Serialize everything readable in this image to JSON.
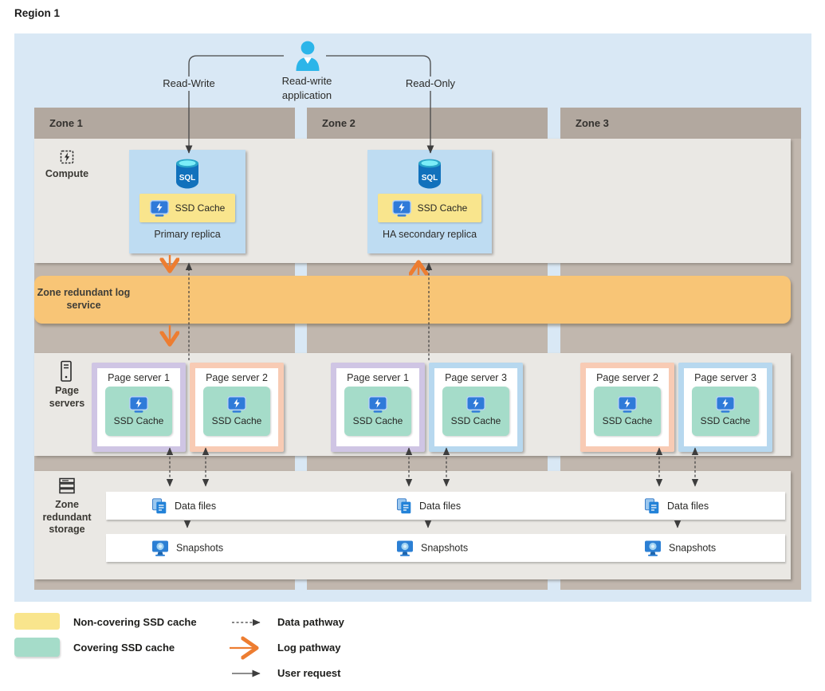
{
  "region": {
    "label": "Region 1"
  },
  "top": {
    "app_label": "Read-write application",
    "read_write_label": "Read-Write",
    "read_only_label": "Read-Only"
  },
  "zones": [
    {
      "label": "Zone 1"
    },
    {
      "label": "Zone 2"
    },
    {
      "label": "Zone 3"
    }
  ],
  "sections": {
    "compute_label": "Compute",
    "log_label": "Zone redundant log service",
    "page_servers_label": "Page servers",
    "storage_label": "Zone redundant storage"
  },
  "replicas": [
    {
      "title": "Primary replica"
    },
    {
      "title": "HA secondary replica"
    }
  ],
  "cache_label": "SSD Cache",
  "page_servers": [
    {
      "title": "Page server 1",
      "variant": "purple"
    },
    {
      "title": "Page server 2",
      "variant": "peach"
    },
    {
      "title": "Page server 1",
      "variant": "purple"
    },
    {
      "title": "Page server 3",
      "variant": "blue"
    },
    {
      "title": "Page server 2",
      "variant": "peach"
    },
    {
      "title": "Page server 3",
      "variant": "blue"
    }
  ],
  "storage": {
    "data_files_label": "Data files",
    "snapshots_label": "Snapshots"
  },
  "legend": {
    "swatches": [
      {
        "label": "Non-covering SSD cache",
        "color": "#f9e58d"
      },
      {
        "label": "Covering SSD cache",
        "color": "#a5dcc9"
      }
    ],
    "arrows": [
      {
        "label": "Data pathway",
        "style": "dashed-black"
      },
      {
        "label": "Log pathway",
        "style": "solid-orange"
      },
      {
        "label": "User request",
        "style": "solid-black"
      }
    ]
  },
  "colors": {
    "region_bg": "#d9e8f5",
    "zone_header": "#b2a89f",
    "zone_column": "#c1b7ae",
    "band_gray": "#eae8e4",
    "log_band_orange": "#f8c576",
    "replica_blue": "#bedcf2",
    "noncovering_yellow": "#f9e58d",
    "covering_teal": "#a5dcc9",
    "ps_border_purple": "#cfc5e4",
    "ps_border_peach": "#f8cbb4",
    "ps_border_blue": "#b7d8ef",
    "log_arrow": "#ed7d31",
    "data_arrow": "#3d3d3d"
  }
}
